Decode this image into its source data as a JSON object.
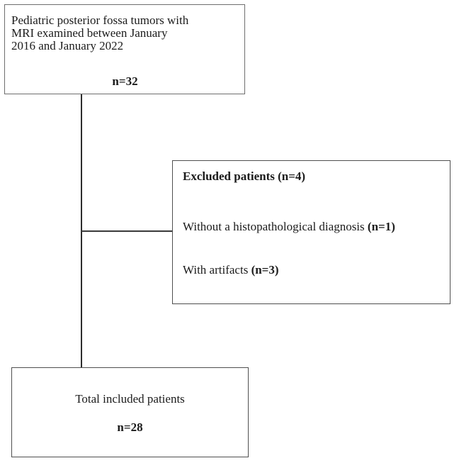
{
  "diagram": {
    "initial_box": {
      "lines": [
        "Pediatric posterior fossa tumors with",
        "MRI examined between January",
        "2016 and January 2022"
      ],
      "count": "n=32"
    },
    "excluded_box": {
      "title": "Excluded patients (n=4)",
      "items": [
        {
          "text": "Without a histopathological diagnosis ",
          "count": "(n=1)"
        },
        {
          "text": "With artifacts ",
          "count": "(n=3)"
        }
      ]
    },
    "included_box": {
      "text": "Total included patients",
      "count": "n=28"
    },
    "colors": {
      "background": "#ffffff",
      "box_border": "#4f4f4f",
      "connector_line": "#2c2c2c",
      "text": "#1b1b1b"
    }
  }
}
